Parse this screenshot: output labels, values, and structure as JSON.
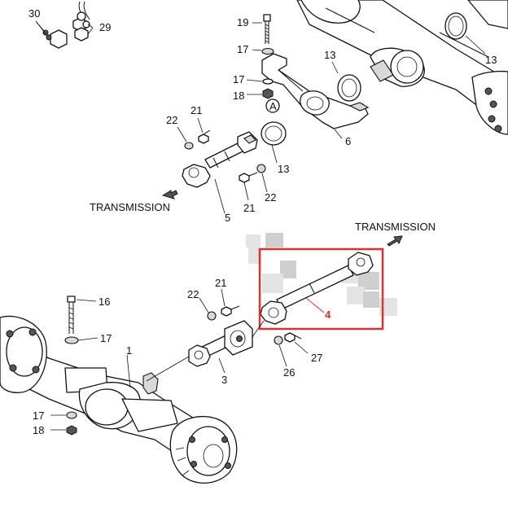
{
  "captions": {
    "transmission_upper": "TRANSMISSION",
    "transmission_lower": "TRANSMISSION"
  },
  "callouts": {
    "c30": "30",
    "c29": "29",
    "c19": "19",
    "c17a": "17",
    "c13a": "13",
    "c13b": "13",
    "c17b": "17",
    "c18a": "18",
    "cA": "A",
    "c21a": "21",
    "c22a": "22",
    "c6": "6",
    "c13c": "13",
    "c22b": "22",
    "c21b": "21",
    "c5": "5",
    "c16": "16",
    "c21c": "21",
    "c22c": "22",
    "c17c": "17",
    "c1": "1",
    "c3": "3",
    "c27": "27",
    "c26": "26",
    "c17d": "17",
    "c18b": "18",
    "c4": "4"
  },
  "highlight": {
    "part_number": "4",
    "color": "#e03030"
  }
}
